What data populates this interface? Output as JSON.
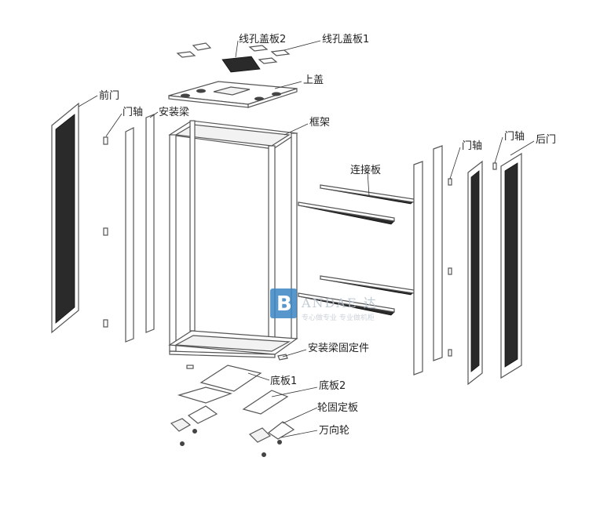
{
  "labels": {
    "cable_cover_2": "线孔盖板2",
    "cable_cover_1": "线孔盖板1",
    "top_cover": "上盖",
    "frame": "框架",
    "front_door": "前门",
    "door_hinge_left": "门轴",
    "mount_beam": "安装梁",
    "connect_plate": "连接板",
    "door_hinge_right_1": "门轴",
    "door_hinge_right_2": "门轴",
    "rear_door": "后门",
    "beam_fixing": "安装梁固定件",
    "bottom_plate_1": "底板1",
    "bottom_plate_2": "底板2",
    "wheel_fixing_plate": "轮固定板",
    "caster": "万向轮"
  },
  "watermark": {
    "letter": "B",
    "brand": "ANDAE 达",
    "slogan": "专心做专业 专业做机柜"
  }
}
